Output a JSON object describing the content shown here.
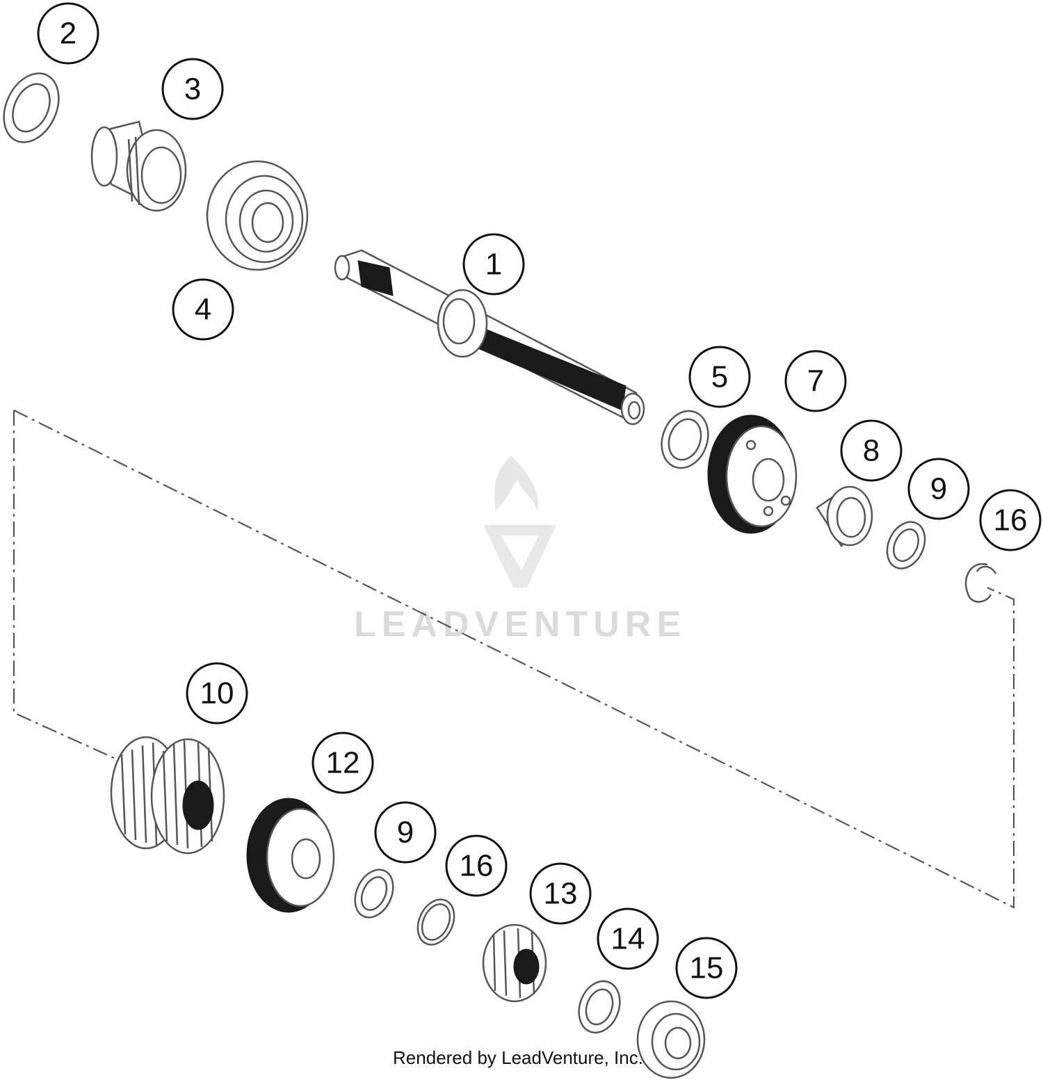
{
  "callouts": [
    {
      "id": "2",
      "label": "2"
    },
    {
      "id": "3",
      "label": "3"
    },
    {
      "id": "1",
      "label": "1"
    },
    {
      "id": "4",
      "label": "4"
    },
    {
      "id": "5",
      "label": "5"
    },
    {
      "id": "7",
      "label": "7"
    },
    {
      "id": "8",
      "label": "8"
    },
    {
      "id": "9a",
      "label": "9"
    },
    {
      "id": "16a",
      "label": "16"
    },
    {
      "id": "10",
      "label": "10"
    },
    {
      "id": "12",
      "label": "12"
    },
    {
      "id": "9b",
      "label": "9"
    },
    {
      "id": "16b",
      "label": "16"
    },
    {
      "id": "13",
      "label": "13"
    },
    {
      "id": "14",
      "label": "14"
    },
    {
      "id": "15",
      "label": "15"
    }
  ],
  "watermark": {
    "text": "LEADVENTURE",
    "icon": "flame-v-logo-icon"
  },
  "credit": {
    "text": "Rendered by LeadVenture, Inc."
  }
}
